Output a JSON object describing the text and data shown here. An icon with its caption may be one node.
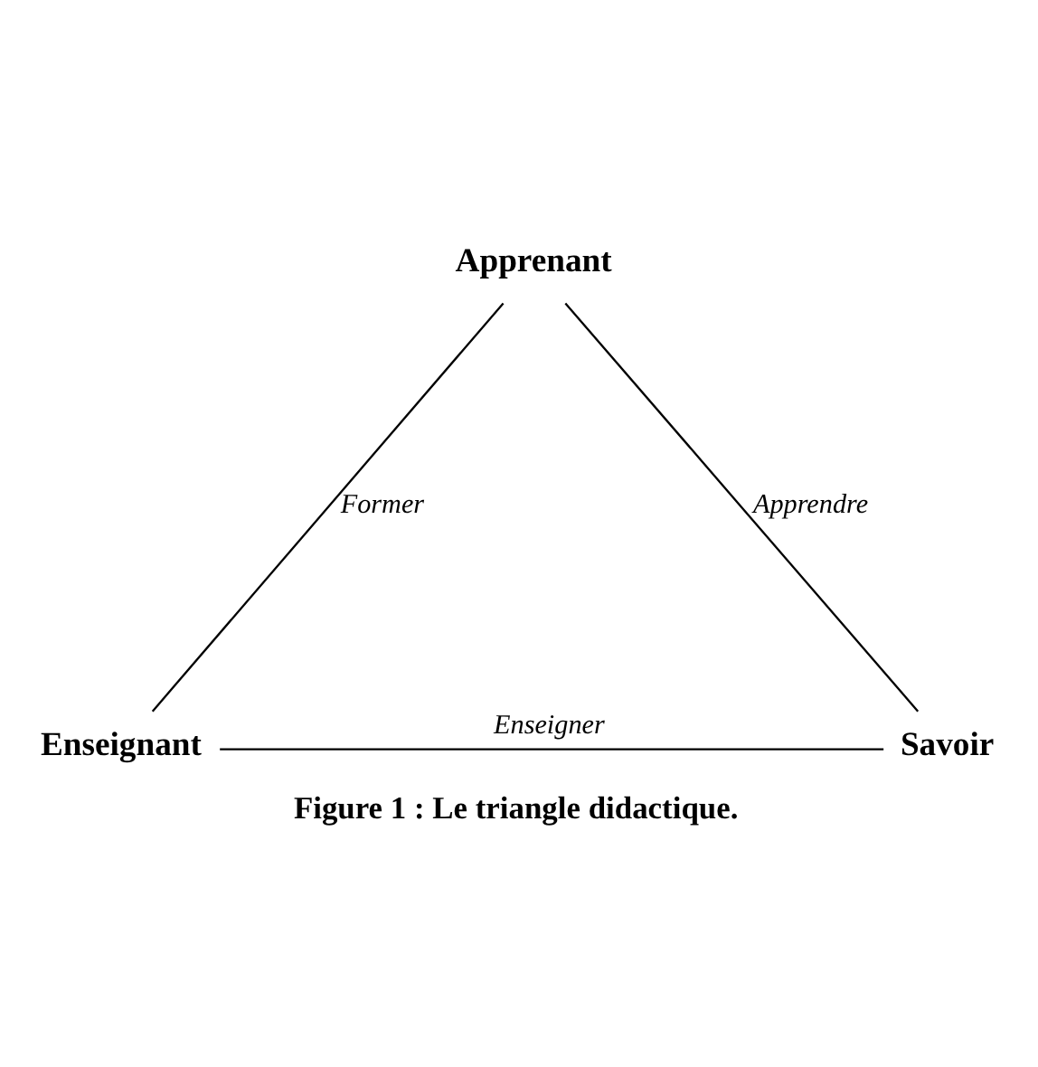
{
  "diagram": {
    "caption": "Figure 1 : Le triangle didactique.",
    "nodes": [
      {
        "text": [
          "Apprenant"
        ]
      },
      {
        "text": [
          "Enseignant"
        ]
      },
      {
        "text": [
          "Savoir"
        ]
      }
    ],
    "edges": [
      {
        "from": 1,
        "to": 0,
        "arrow": "none",
        "label": "Former"
      },
      {
        "from": 0,
        "to": 2,
        "arrow": "none",
        "label": "Apprendre"
      },
      {
        "from": 1,
        "to": 2,
        "arrow": "none",
        "label": "Enseigner"
      }
    ]
  }
}
